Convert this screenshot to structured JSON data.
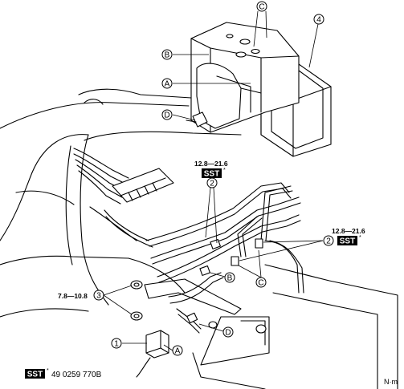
{
  "callouts": {
    "c_top": "C",
    "b_top": "B",
    "a_top": "A",
    "d_top": "D",
    "n4": "4",
    "n2_left": "2",
    "n2_right": "2",
    "b_bottom": "B",
    "c_bottom": "C",
    "n3": "3",
    "d_bottom": "D",
    "n1": "1",
    "a_bottom": "A"
  },
  "torque": {
    "left": "12.8—21.6",
    "right": "12.8—21.6",
    "bolts": "7.8—10.8"
  },
  "sst": {
    "badge": "SST",
    "star": "*",
    "part_number": "49 0259 770B"
  },
  "unit": "N·m"
}
